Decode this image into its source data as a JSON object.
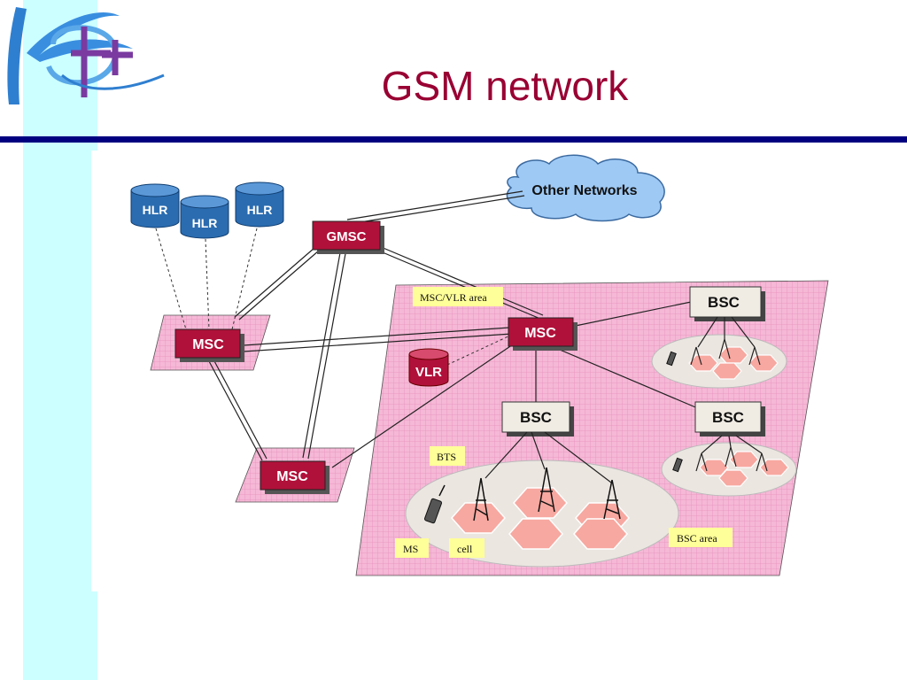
{
  "slide": {
    "title": "GSM network"
  },
  "colors": {
    "title": "#990033",
    "rule": "#000080",
    "stripe": "#ccffff",
    "switch_fill": "#b0113a",
    "db_fill": "#2b6cb0",
    "bsc_fill": "#f0ece4",
    "area_fill": "#f5b8d6",
    "cloud_fill": "#9ec9f5",
    "cell_fill": "#f7a8a0",
    "label_fill": "#ffff99"
  },
  "diagram": {
    "cloud": {
      "label": "Other Networks"
    },
    "gmsc": {
      "label": "GMSC"
    },
    "hlr": [
      {
        "label": "HLR"
      },
      {
        "label": "HLR"
      },
      {
        "label": "HLR"
      }
    ],
    "msc_main": {
      "label": "MSC"
    },
    "msc_left": {
      "label": "MSC"
    },
    "msc_bottom": {
      "label": "MSC"
    },
    "vlr": {
      "label": "VLR"
    },
    "bsc_main": {
      "label": "BSC"
    },
    "bsc_top_right": {
      "label": "BSC"
    },
    "bsc_right": {
      "label": "BSC"
    },
    "tags": {
      "msc_vlr_area": "MSC/VLR area",
      "bts": "BTS",
      "ms": "MS",
      "cell": "cell",
      "bsc_area": "BSC area"
    }
  }
}
